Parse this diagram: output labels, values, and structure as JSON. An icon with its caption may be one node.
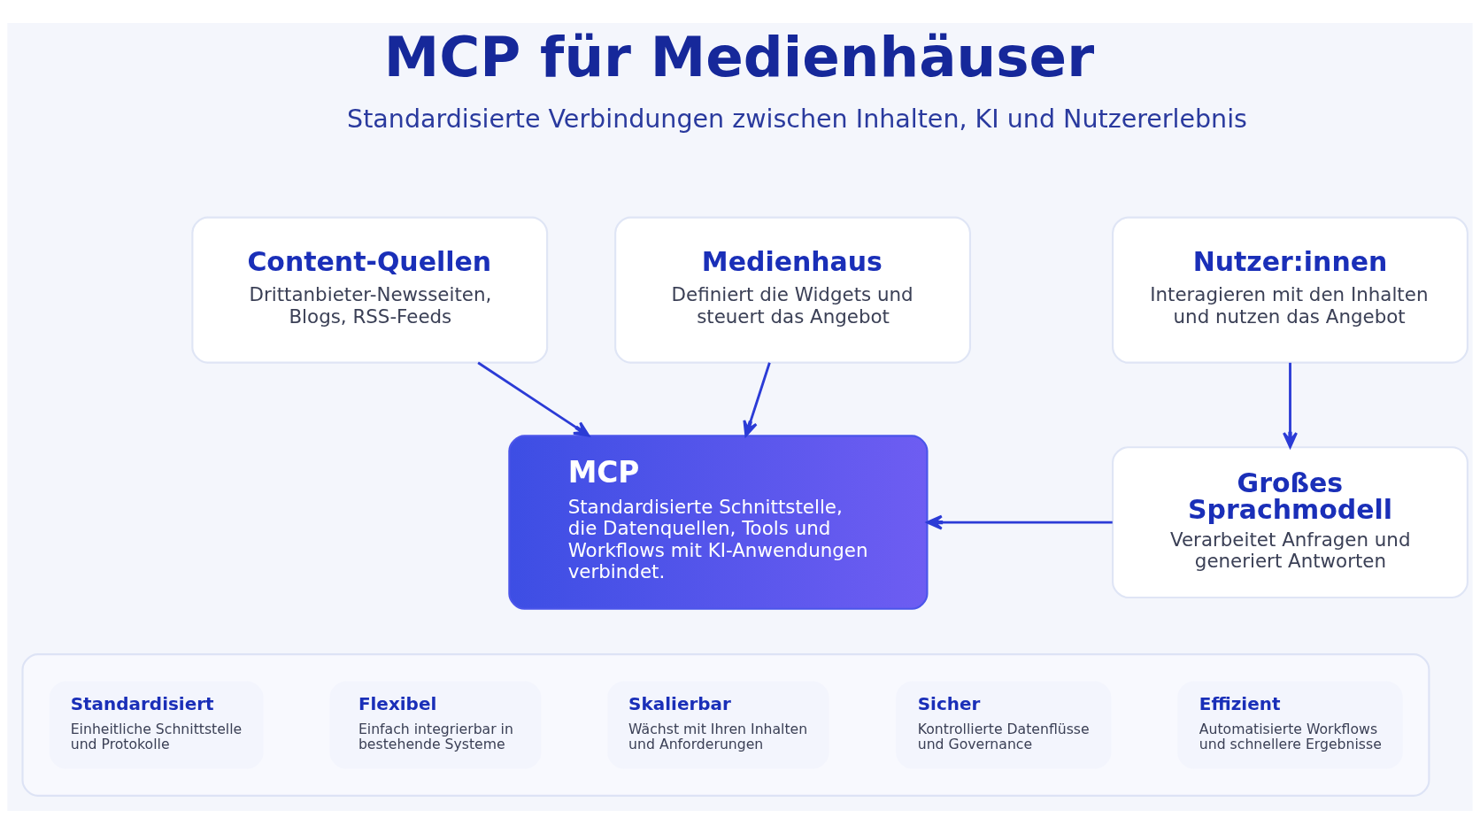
{
  "diagram": {
    "title": "MCP für Medienhäuser",
    "nodes": [
      {
        "text": [
          "Content-Quellen",
          "Drittanbieter-Newsseiten, Blogs, RSS-Feeds"
        ]
      },
      {
        "text": [
          "Medienhaus",
          "Definiert die Widgets und steuert das Angebot"
        ]
      },
      {
        "text": [
          "Nutzer:innen",
          "Interagieren mit den Inhalten und nutzen das Angebot"
        ]
      },
      {
        "text": [
          "MCP",
          "Standardisierte Schnittstelle, die Datenquellen, Tools und Workflows mit KI-Anwendungen verbindet."
        ]
      },
      {
        "text": [
          "Großes Sprachmodell",
          "Verarbeitet Anfragen und generiert Antworten"
        ]
      },
      {
        "text": [],
        "shape": "box"
      },
      {
        "text": [
          "Standardisiert",
          "Einheitliche Schnittstelle und Protokolle"
        ],
        "in": 5
      },
      {
        "text": [
          "Flexibel",
          "Einfach integrierbar in bestehende Systeme"
        ],
        "in": 5
      },
      {
        "text": [
          "Skalierbar",
          "Wächst mit Ihren Inhalten und Anforderungen"
        ],
        "in": 5
      },
      {
        "text": [
          "Sicher",
          "Kontrollierte Datenflüsse und Governance"
        ],
        "in": 5
      },
      {
        "text": [
          "Effizient",
          "Automatisierte Workflows und schnellere Ergebnisse"
        ],
        "in": 5
      }
    ],
    "edges": [
      {
        "from": 0,
        "to": 3,
        "arrow": "to"
      },
      {
        "from": 1,
        "to": 3,
        "arrow": "to"
      },
      {
        "from": 2,
        "to": 4,
        "arrow": "to"
      },
      {
        "from": 4,
        "to": 3,
        "arrow": "to"
      }
    ],
    "labels": [
      "Standardisierte Verbindungen zwischen Inhalten, KI und Nutzererlebnis"
    ]
  }
}
